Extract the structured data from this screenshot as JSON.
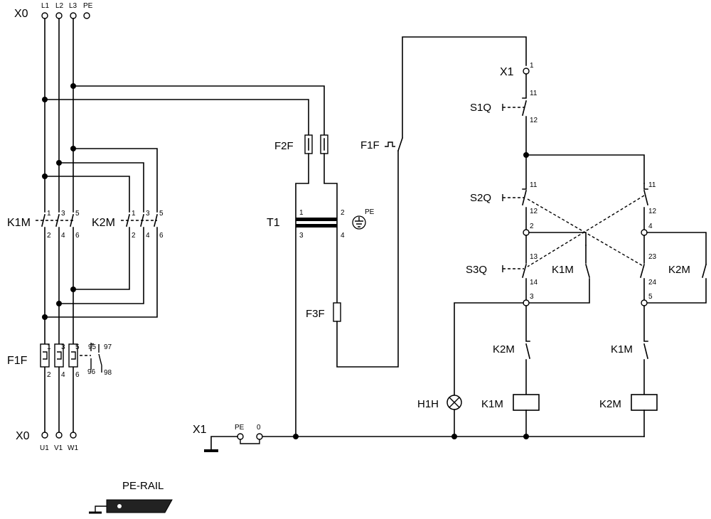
{
  "terminals": {
    "x0_top": "X0",
    "l1": "L1",
    "l2": "L2",
    "l3": "L3",
    "pe": "PE",
    "x0_bottom": "X0",
    "u1": "U1",
    "v1": "V1",
    "w1": "W1",
    "x1_top": "X1",
    "x1_pin": "1",
    "x1_bottom": "X1",
    "pe_b": "PE",
    "zero": "0"
  },
  "power": {
    "k1m": {
      "name": "K1M",
      "top": [
        "1",
        "3",
        "5"
      ],
      "bottom": [
        "2",
        "4",
        "6"
      ]
    },
    "k2m": {
      "name": "K2M",
      "top": [
        "1",
        "3",
        "5"
      ],
      "bottom": [
        "2",
        "4",
        "6"
      ]
    },
    "f1f": {
      "name": "F1F",
      "top": [
        "1",
        "3",
        "5"
      ],
      "bottom": [
        "2",
        "4",
        "6"
      ],
      "aux": [
        "95",
        "97",
        "96",
        "98"
      ]
    }
  },
  "transformer": {
    "name": "T1",
    "pins": [
      "1",
      "2",
      "3",
      "4"
    ],
    "pe": "PE"
  },
  "fuses": {
    "f2f": "F2F",
    "f3f": "F3F"
  },
  "control": {
    "f1f": "F1F",
    "s1q": {
      "name": "S1Q",
      "pins": [
        "11",
        "12"
      ]
    },
    "s2q": {
      "name": "S2Q",
      "left_pins": [
        "11",
        "12"
      ],
      "right_pins": [
        "11",
        "12"
      ]
    },
    "n2": "2",
    "n4": "4",
    "s3q": {
      "name": "S3Q",
      "pins": [
        "13",
        "14"
      ]
    },
    "k1m_hold": "K1M",
    "k2m_aux": {
      "name": "K2M",
      "pins": [
        "23",
        "24"
      ]
    },
    "n3": "3",
    "n5": "5",
    "k2m_interlock": "K2M",
    "k1m_interlock": "K1M",
    "h1h": "H1H",
    "k1m_coil": "K1M",
    "k2m_coil": "K2M"
  },
  "pe_rail": "PE-RAIL"
}
